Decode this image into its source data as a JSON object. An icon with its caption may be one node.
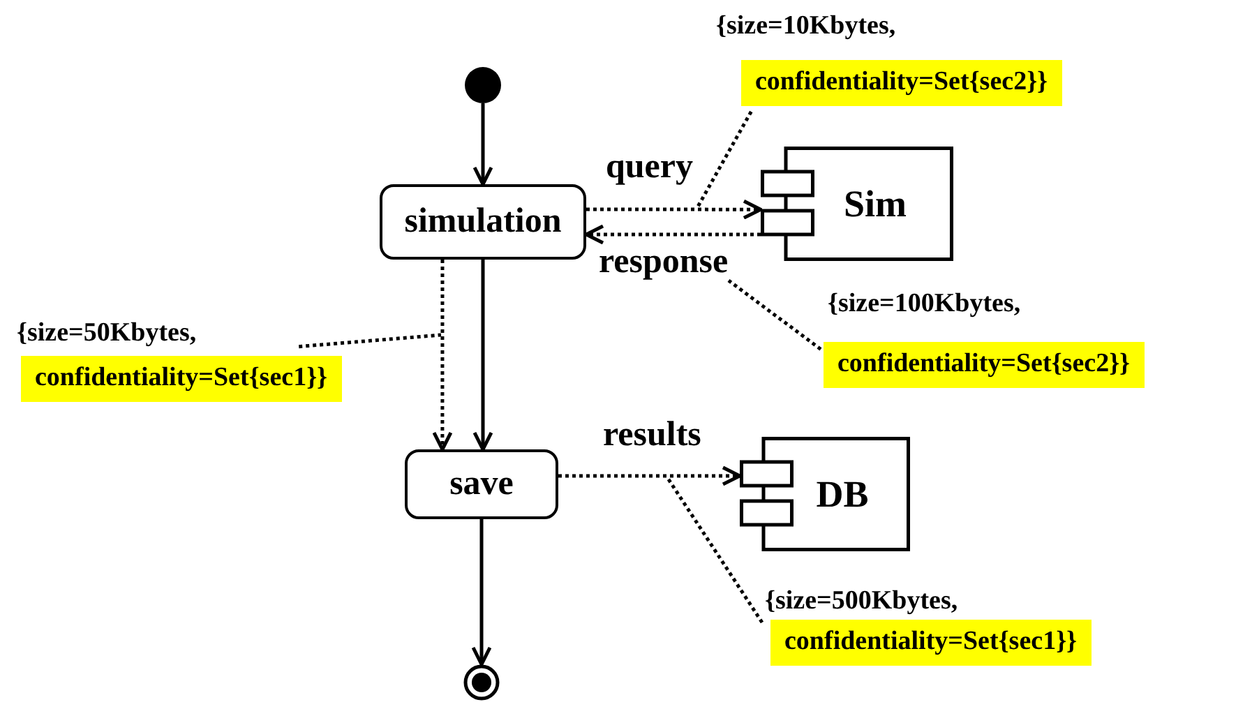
{
  "diagram": {
    "nodes": [
      {
        "text": [],
        "shape": "circle"
      },
      {
        "text": [
          "simulation"
        ]
      },
      {
        "text": [
          "Sim"
        ]
      },
      {
        "text": [
          "save"
        ]
      },
      {
        "text": [
          "DB"
        ]
      },
      {
        "text": [],
        "shape": "circle"
      },
      {
        "text": [
          "{size=10Kbytes,",
          "confidentiality=Set{sec2}}"
        ]
      },
      {
        "text": [
          "{size=100Kbytes,",
          "confidentiality=Set{sec2}}"
        ]
      },
      {
        "text": [
          "{size=50Kbytes,",
          "confidentiality=Set{sec1}}"
        ]
      },
      {
        "text": [
          "{size=500Kbytes,",
          "confidentiality=Set{sec1}}"
        ]
      }
    ],
    "edges": [
      {
        "from": 0,
        "to": 1,
        "arrow": "to"
      },
      {
        "from": 1,
        "to": 2,
        "arrow": "to",
        "style": "dashed",
        "label": "query"
      },
      {
        "from": 2,
        "to": 1,
        "arrow": "to",
        "style": "dashed",
        "label": "response"
      },
      {
        "from": 1,
        "to": 3,
        "arrow": "to"
      },
      {
        "from": 1,
        "to": 3,
        "arrow": "to",
        "style": "dashed"
      },
      {
        "from": 3,
        "to": 4,
        "arrow": "to",
        "style": "dashed",
        "label": "results"
      },
      {
        "from": 3,
        "to": 5,
        "arrow": "to"
      },
      {
        "from": 6,
        "to": null,
        "arrow": "none",
        "style": "dashed"
      },
      {
        "from": 7,
        "to": null,
        "arrow": "none",
        "style": "dashed"
      },
      {
        "from": 8,
        "to": null,
        "arrow": "none",
        "style": "dashed"
      },
      {
        "from": 9,
        "to": null,
        "arrow": "none",
        "style": "dashed"
      }
    ]
  }
}
